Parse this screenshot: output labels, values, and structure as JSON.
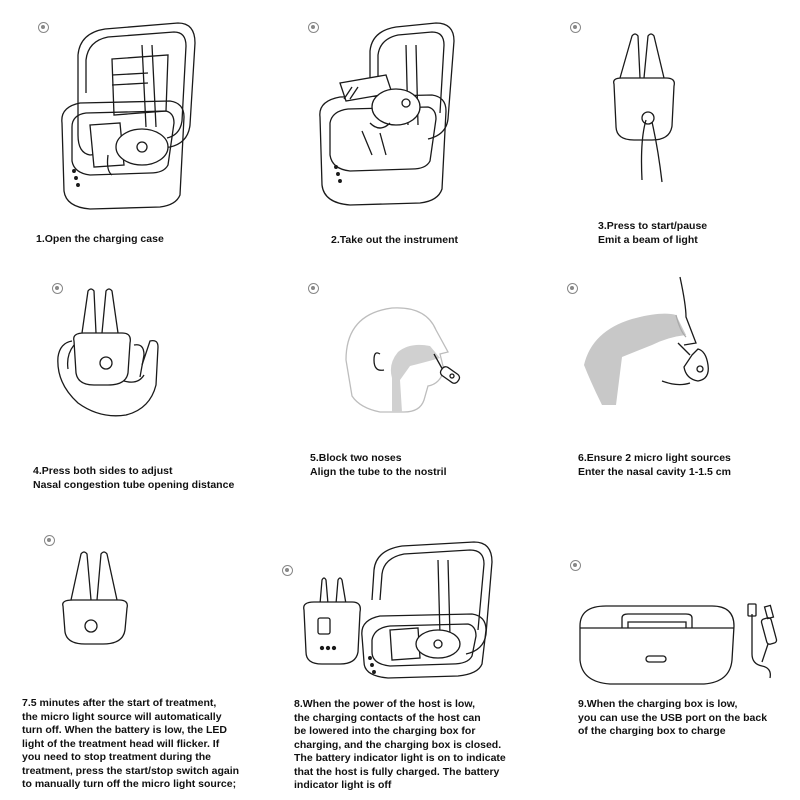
{
  "steps": [
    {
      "id": 1,
      "lines": [
        "1.Open the charging case"
      ]
    },
    {
      "id": 2,
      "lines": [
        "2.Take out the instrument"
      ]
    },
    {
      "id": 3,
      "lines": [
        "3.Press to start/pause",
        "Emit a beam of light"
      ]
    },
    {
      "id": 4,
      "lines": [
        "4.Press both sides to adjust",
        "Nasal congestion tube opening distance"
      ]
    },
    {
      "id": 5,
      "lines": [
        "5.Block two noses",
        "Align the tube to the nostril"
      ]
    },
    {
      "id": 6,
      "lines": [
        "6.Ensure 2 micro light sources",
        "Enter the nasal cavity 1-1.5 cm"
      ]
    },
    {
      "id": 7,
      "lines": [
        "7.5 minutes after the start of treatment,",
        " the micro light source will automatically",
        "  turn off. When the battery is low, the LED",
        "light of the treatment head will flicker. If",
        " you need to stop treatment during the",
        "treatment, press the start/stop switch again",
        "to manually turn off the micro light source;"
      ]
    },
    {
      "id": 8,
      "lines": [
        "8.When the power of the host is low,",
        "the charging contacts of the host can",
        "be lowered into the charging box for",
        "charging, and the charging box is closed.",
        "The battery indicator light is on to indicate",
        "that the host is fully charged. The battery",
        "indicator light is off"
      ]
    },
    {
      "id": 9,
      "lines": [
        "9.When the charging box is low,",
        "you can use the USB port on the back",
        "of the charging box to charge"
      ]
    }
  ],
  "icons": {
    "step_bullet": "target-bullet-icon",
    "ill1": "open-charging-case-illustration",
    "ill2": "remove-device-illustration",
    "ill3": "press-button-device-illustration",
    "ill4": "hand-holding-device-illustration",
    "ill5": "head-side-profile-illustration",
    "ill6": "nasal-cavity-insertion-illustration",
    "ill7": "device-light-beam-illustration",
    "ill8": "device-and-case-charging-illustration",
    "ill9": "closed-case-usb-cable-illustration"
  },
  "colors": {
    "ink": "#111111",
    "line_art": "#1a1a1a",
    "shade": "#c8c8c8",
    "bullet": "#888888"
  }
}
